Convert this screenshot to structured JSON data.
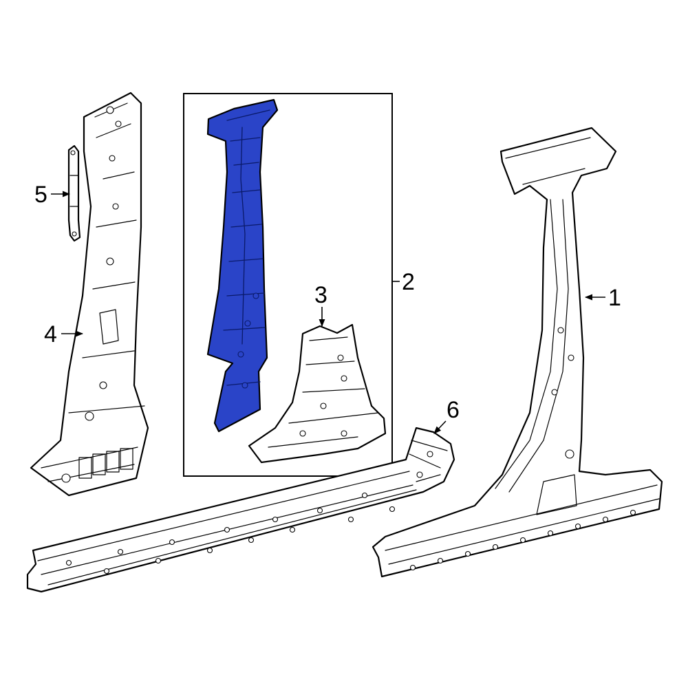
{
  "colors": {
    "highlight": "#2a44c8",
    "line": "#000000",
    "background": "#ffffff"
  },
  "callouts": [
    {
      "id": "1",
      "label": "1"
    },
    {
      "id": "2",
      "label": "2"
    },
    {
      "id": "3",
      "label": "3"
    },
    {
      "id": "4",
      "label": "4"
    },
    {
      "id": "5",
      "label": "5"
    },
    {
      "id": "6",
      "label": "6"
    }
  ]
}
